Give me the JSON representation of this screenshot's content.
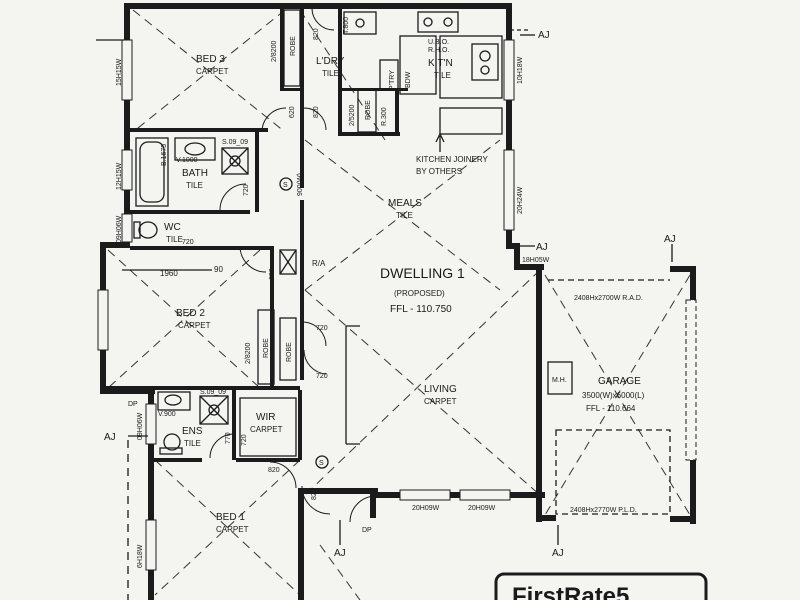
{
  "plan": {
    "rooms": {
      "bed3": [
        "BED 3",
        "CARPET"
      ],
      "ldry": [
        "L'DRY",
        "TILE"
      ],
      "kitn": [
        "KIT'N",
        "TILE"
      ],
      "bath": [
        "BATH",
        "TILE"
      ],
      "wc": [
        "WC",
        "TILE"
      ],
      "meals": [
        "MEALS",
        "TILE"
      ],
      "bed2": [
        "BED 2",
        "CARPET"
      ],
      "living": [
        "LIVING",
        "CARPET"
      ],
      "ens": [
        "ENS",
        "TILE"
      ],
      "wir": [
        "WIR",
        "CARPET"
      ],
      "bed1": [
        "BED 1",
        "CARPET"
      ],
      "garage": [
        "GARAGE",
        "3500(W)x6000(L)",
        "FFL - 110.664"
      ]
    },
    "dwelling": [
      "DWELLING 1",
      "(PROPOSED)",
      "FFL - 110.750"
    ],
    "notes": {
      "kitchen_joinery": [
        "KITCHEN JOINERY",
        "BY OTHERS"
      ],
      "ubo": [
        "U.B.O.",
        "R.H.O."
      ],
      "ra": "R/A",
      "mh": "M.H.",
      "smoke": "S",
      "dp": "DP",
      "rad": "2408Hx2700W R.A.D.",
      "pld": "2408Hx2770W P.L.D.",
      "dim_1960": "1960",
      "dim_90": "90"
    },
    "aj": "AJ",
    "windows": {
      "w1": "15H15W",
      "w2": "12H15W",
      "w3": "09H06W",
      "w4": "10H18W",
      "w5": "20H24W",
      "w6": "18H05W",
      "w7": "09H06W",
      "w8": "6H18W",
      "w9": "20H09W",
      "w10": "20H09W"
    },
    "robes": {
      "r1": "2/8200",
      "r2": "2/5200",
      "r3": "2/8200",
      "robe": "ROBE",
      "ptry": "P'TRY",
      "bdw": "BDW",
      "rhs": "R.300"
    },
    "doors": {
      "d820": "820",
      "d720": "720",
      "d770": "770",
      "d900": "900(W)",
      "d620": "620",
      "d800": "T.800",
      "v1000": "V.1000",
      "b1675": "B.1675",
      "v900": "V.900",
      "s0909": "S.09_09"
    },
    "logo": "FirstRate5"
  }
}
